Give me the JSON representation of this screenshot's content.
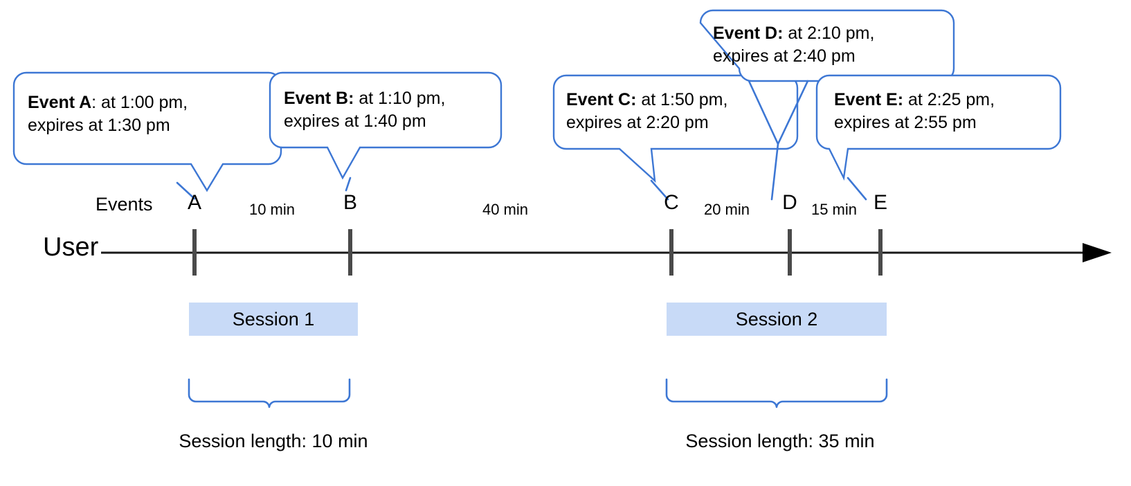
{
  "diagram": {
    "title": "Event session timeline",
    "lane_labels": {
      "user": "User",
      "events": "Events"
    },
    "accent_color": "#3d77d4",
    "session_fill_color": "#c8daf7",
    "axis_color": "#1a1a1a",
    "tick_color": "#4a4a4a"
  },
  "callouts": [
    {
      "id": "A",
      "bold": "Event A",
      "line1_rest": ": at 1:00 pm,",
      "line2": "expires at 1:30 pm"
    },
    {
      "id": "B",
      "bold": "Event B:",
      "line1_rest": " at 1:10 pm,",
      "line2": "expires at 1:40 pm"
    },
    {
      "id": "C",
      "bold": "Event C:",
      "line1_rest": " at 1:50 pm,",
      "line2": "expires at 2:20 pm"
    },
    {
      "id": "D",
      "bold": "Event D:",
      "line1_rest": " at 2:10 pm,",
      "line2": "expires at 2:40 pm"
    },
    {
      "id": "E",
      "bold": "Event E:",
      "line1_rest": " at 2:25 pm,",
      "line2": "expires at 2:55 pm"
    }
  ],
  "timeline": {
    "markers": [
      {
        "label": "A",
        "time": "1:00 pm"
      },
      {
        "label": "B",
        "time": "1:10 pm"
      },
      {
        "label": "C",
        "time": "1:50 pm"
      },
      {
        "label": "D",
        "time": "2:10 pm"
      },
      {
        "label": "E",
        "time": "2:25 pm"
      }
    ],
    "gaps": [
      {
        "from": "A",
        "to": "B",
        "label": "10 min"
      },
      {
        "from": "B",
        "to": "C",
        "label": "40 min"
      },
      {
        "from": "C",
        "to": "D",
        "label": "20 min"
      },
      {
        "from": "D",
        "to": "E",
        "label": "15 min"
      }
    ]
  },
  "sessions": [
    {
      "name": "Session 1",
      "length_label": "Session length: 10 min"
    },
    {
      "name": "Session 2",
      "length_label": "Session length: 35 min"
    }
  ]
}
